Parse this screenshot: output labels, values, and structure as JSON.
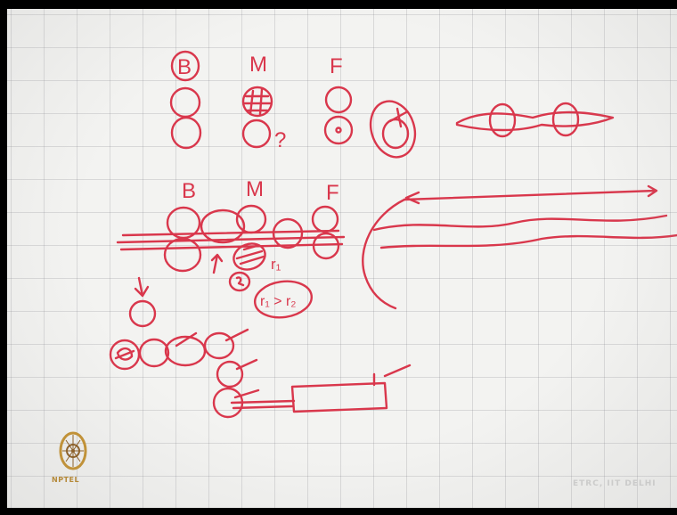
{
  "board": {
    "label_b_top": "B",
    "label_m_top": "M",
    "label_f_top": "F",
    "label_question": "?",
    "label_b_mid": "B",
    "label_m_mid": "M",
    "label_f_mid": "F",
    "label_r1": "r₁",
    "label_inequality": "r₁ > r₂"
  },
  "branding": {
    "logo_text": "NPTEL",
    "watermark": "ETRC, IIT DELHI"
  },
  "colors": {
    "ink": "#d9374c",
    "paper": "#f3f3f1",
    "logo_gold": "#b8862a"
  }
}
